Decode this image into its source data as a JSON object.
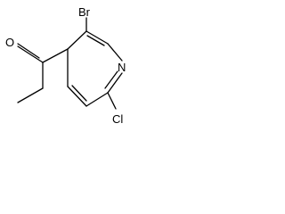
{
  "molecule": {
    "atoms": {
      "bromine": "Br",
      "oxygen": "O",
      "nitrogen": "N",
      "chlorine": "Cl"
    },
    "colors": {
      "bond": "#000000",
      "text": "#000000",
      "background": "#ffffff"
    }
  }
}
